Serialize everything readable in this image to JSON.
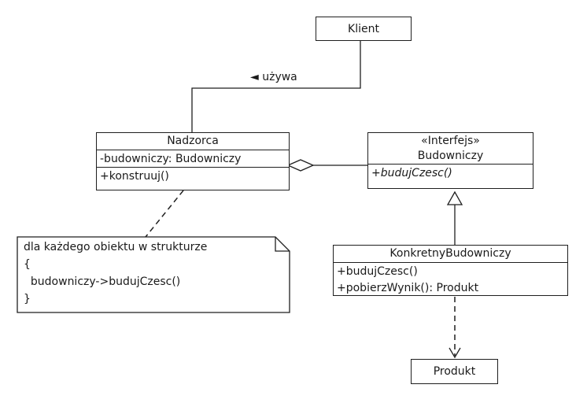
{
  "diagram": {
    "colors": {
      "background": "#ffffff",
      "line": "#1f1f1f",
      "box_fill": "#ffffff",
      "text": "#1a1a1a"
    },
    "classes": {
      "klient": {
        "title": "Klient"
      },
      "nadzorca": {
        "title": "Nadzorca",
        "attributes": [
          "-budowniczy: Budowniczy"
        ],
        "methods": [
          "+konstruuj()"
        ]
      },
      "budowniczy": {
        "stereotype": "«Interfejs»",
        "title": "Budowniczy",
        "methods": [
          "+budujCzesc()"
        ]
      },
      "konkretny_budowniczy": {
        "title": "KonkretnyBudowniczy",
        "methods": [
          "+budujCzesc()",
          "+pobierzWynik(): Produkt"
        ]
      },
      "produkt": {
        "title": "Produkt"
      }
    },
    "note": {
      "lines": [
        "dla każdego obiektu w strukturze",
        "{",
        "  budowniczy->budujCzesc()",
        "}"
      ]
    },
    "edge_labels": {
      "uzywa": "◄ używa"
    },
    "relationships": {
      "klient_nadzorca": "association (używa)",
      "nadzorca_budowniczy": "aggregation",
      "konkretny_budowniczy_budowniczy": "realization",
      "konkretny_budowniczy_produkt": "dependency (dashed)",
      "nadzorca_note": "note anchor (dashed)"
    }
  }
}
